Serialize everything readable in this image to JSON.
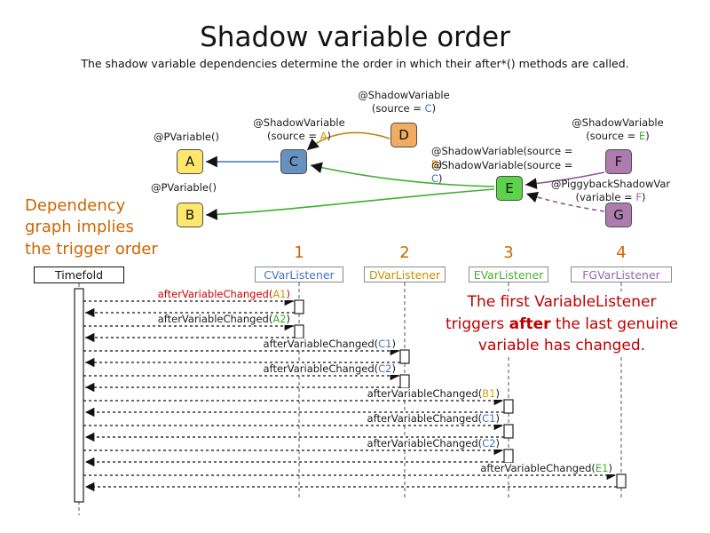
{
  "title": "Shadow variable order",
  "subtitle": "The shadow variable dependencies determine the order in which their after*() methods are called.",
  "graph": {
    "nodes": {
      "A": {
        "label": "A",
        "color": "#ffe76e"
      },
      "B": {
        "label": "B",
        "color": "#ffe76e"
      },
      "C": {
        "label": "C",
        "color": "#6792c0"
      },
      "D": {
        "label": "D",
        "color": "#f0ad62"
      },
      "E": {
        "label": "E",
        "color": "#5ed248"
      },
      "F": {
        "label": "F",
        "color": "#ad7bad"
      },
      "G": {
        "label": "G",
        "color": "#ad7bad"
      }
    },
    "annotations": {
      "pvar_a": "@PVariable()",
      "pvar_b": "@PVariable()",
      "shadow_c": {
        "l1": "@ShadowVariable",
        "pre": "(source = ",
        "var": "A",
        "post": ")",
        "var_color": "#d99400"
      },
      "shadow_d": {
        "l1": "@ShadowVariable",
        "pre": "(source = ",
        "var": "C",
        "post": ")",
        "var_color": "#4472c4"
      },
      "shadow_e1": {
        "pre": "@ShadowVariable(source = ",
        "var": "B",
        "post": ")",
        "var_color": "#d99400"
      },
      "shadow_e2": {
        "pre": "@ShadowVariable(source = ",
        "var": "C",
        "post": ")",
        "var_color": "#4472c4"
      },
      "shadow_f": {
        "l1": "@ShadowVariable",
        "pre": "(source = ",
        "var": "E",
        "post": ")",
        "var_color": "#3faf2e"
      },
      "piggyback_g": {
        "l1": "@PiggybackShadowVar",
        "pre": "(variable = ",
        "var": "F",
        "post": ")",
        "var_color": "#9966aa"
      }
    },
    "side_note": {
      "line1": "Dependency",
      "line2": "graph implies",
      "line3": "the trigger order",
      "color": "#cc6600"
    }
  },
  "sequence": {
    "order_numbers": [
      "1",
      "2",
      "3",
      "4"
    ],
    "lifelines": {
      "timefold": {
        "label": "Timefold",
        "color": "#111111"
      },
      "cvar": {
        "label": "CVarListener",
        "color": "#4472c4"
      },
      "dvar": {
        "label": "DVarListener",
        "color": "#c88f00"
      },
      "evar": {
        "label": "EVarListener",
        "color": "#4caf2e"
      },
      "fgvar": {
        "label": "FGVarListener",
        "color": "#9966aa"
      }
    },
    "messages": [
      {
        "prefix": "afterVariableChanged(",
        "arg": "A1",
        "suffix": ")",
        "prefix_color": "#cc0000",
        "arg_color": "#e09300"
      },
      {
        "prefix": "afterVariableChanged(",
        "arg": "A2",
        "suffix": ")",
        "prefix_color": "#1a1a1a",
        "arg_color": "#3faf2e"
      },
      {
        "prefix": "afterVariableChanged(",
        "arg": "C1",
        "suffix": ")",
        "prefix_color": "#1a1a1a",
        "arg_color": "#4472c4"
      },
      {
        "prefix": "afterVariableChanged(",
        "arg": "C2",
        "suffix": ")",
        "prefix_color": "#1a1a1a",
        "arg_color": "#4472c4"
      },
      {
        "prefix": "afterVariableChanged(",
        "arg": "B1",
        "suffix": ")",
        "prefix_color": "#1a1a1a",
        "arg_color": "#d9a400"
      },
      {
        "prefix": "afterVariableChanged(",
        "arg": "C1",
        "suffix": ")",
        "prefix_color": "#1a1a1a",
        "arg_color": "#4472c4"
      },
      {
        "prefix": "afterVariableChanged(",
        "arg": "C2",
        "suffix": ")",
        "prefix_color": "#1a1a1a",
        "arg_color": "#4472c4"
      },
      {
        "prefix": "afterVariableChanged(",
        "arg": "E1",
        "suffix": ")",
        "prefix_color": "#1a1a1a",
        "arg_color": "#3faf2e"
      }
    ],
    "note": {
      "line1": "The first VariableListener",
      "line2_pre": "triggers ",
      "line2_bold": "after",
      "line2_post": " the last genuine",
      "line3": "variable has changed.",
      "color": "#c00000"
    }
  }
}
